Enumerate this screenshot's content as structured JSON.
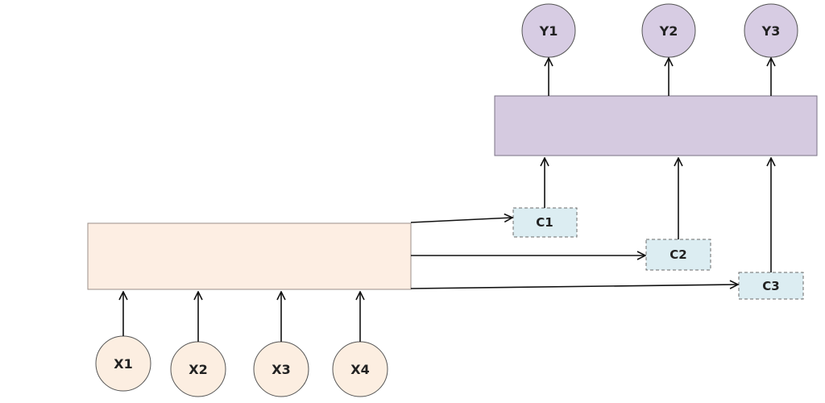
{
  "inputs": [
    {
      "label": "X1"
    },
    {
      "label": "X2"
    },
    {
      "label": "X3"
    },
    {
      "label": "X4"
    }
  ],
  "outputs": [
    {
      "label": "Y1"
    },
    {
      "label": "Y2"
    },
    {
      "label": "Y3"
    }
  ],
  "contexts": [
    {
      "label": "C1"
    },
    {
      "label": "C2"
    },
    {
      "label": "C3"
    }
  ],
  "encoder": {
    "label": ""
  },
  "decoder": {
    "label": ""
  },
  "colors": {
    "encoder_fill": "#fdeee3",
    "encoder_stroke": "#9a8f88",
    "decoder_fill": "#d5cae0",
    "decoder_stroke": "#7a7285",
    "input_fill": "#fceee1",
    "output_fill": "#d7cce3",
    "circle_stroke": "#555555",
    "context_fill": "#dcedf2",
    "context_stroke": "#6a6a6a",
    "arrow": "#111111"
  }
}
